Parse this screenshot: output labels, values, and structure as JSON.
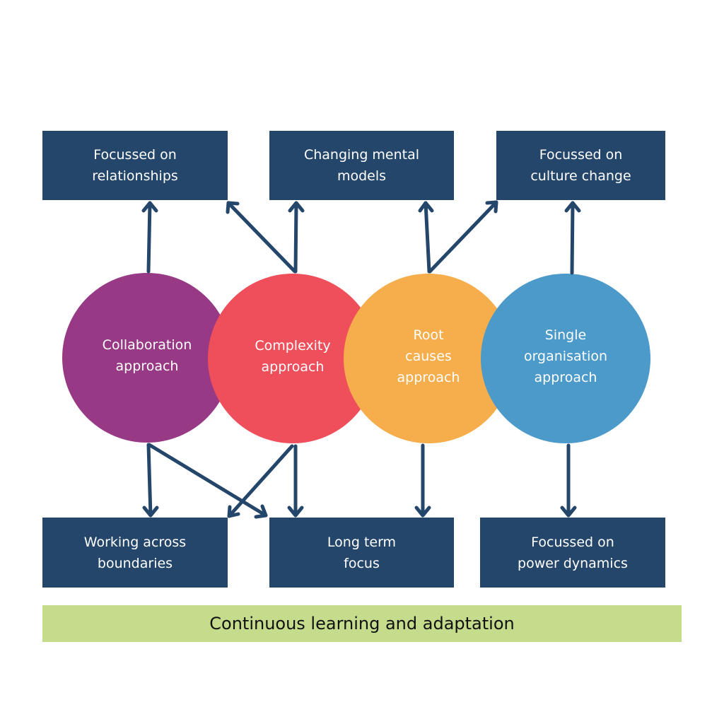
{
  "diagram": {
    "top_boxes": [
      {
        "label": "Focussed on\nrelationships"
      },
      {
        "label": "Changing mental\nmodels"
      },
      {
        "label": "Focussed on\nculture change"
      }
    ],
    "approaches": [
      {
        "label": "Collaboration\napproach",
        "color": "#983985"
      },
      {
        "label": "Complexity\napproach",
        "color": "#ef4f5a"
      },
      {
        "label": "Root\ncauses\napproach",
        "color": "#f6ad4b"
      },
      {
        "label": "Single\norganisation\napproach",
        "color": "#4b9aca"
      }
    ],
    "bottom_boxes": [
      {
        "label": "Working across\nboundaries"
      },
      {
        "label": "Long term\nfocus"
      },
      {
        "label": "Focussed on\npower dynamics"
      }
    ],
    "footer": {
      "label": "Continuous learning and adaptation",
      "color": "#c5dc8c"
    },
    "box_color": "#24466b",
    "arrow_color": "#24466b",
    "connections": [
      {
        "from": "Collaboration approach",
        "to": "Focussed on relationships"
      },
      {
        "from": "Complexity approach",
        "to": "Focussed on relationships"
      },
      {
        "from": "Complexity approach",
        "to": "Changing mental models"
      },
      {
        "from": "Root causes approach",
        "to": "Changing mental models"
      },
      {
        "from": "Root causes approach",
        "to": "Focussed on culture change"
      },
      {
        "from": "Single organisation approach",
        "to": "Focussed on culture change"
      },
      {
        "from": "Collaboration approach",
        "to": "Working across boundaries"
      },
      {
        "from": "Collaboration approach",
        "to": "Long term focus"
      },
      {
        "from": "Complexity approach",
        "to": "Working across boundaries"
      },
      {
        "from": "Complexity approach",
        "to": "Long term focus"
      },
      {
        "from": "Root causes approach",
        "to": "Long term focus"
      },
      {
        "from": "Single organisation approach",
        "to": "Focussed on power dynamics"
      }
    ]
  }
}
